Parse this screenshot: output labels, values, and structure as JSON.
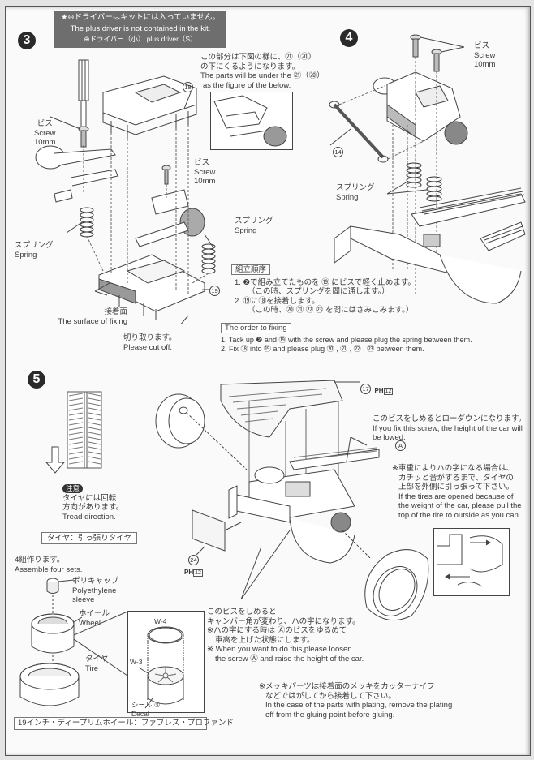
{
  "step3": {
    "number": "3",
    "notice": {
      "line_ja": "★⊕ドライバーはキットには入っていません。",
      "line_en": "The plus driver is not contained in the kit.",
      "line_tool": "⊕ドライバー（小） plus driver（S）"
    },
    "screw_label_1": {
      "ja": "ビス",
      "en": "Screw",
      "size": "10mm"
    },
    "screw_label_2": {
      "ja": "ビス",
      "en": "Screw",
      "size": "10mm"
    },
    "part_18": "18",
    "part_19": "19",
    "spring_left": {
      "ja": "スプリング",
      "en": "Spring"
    },
    "spring_right": {
      "ja": "スプリング",
      "en": "Spring"
    },
    "fixing_surface": {
      "ja": "接着面",
      "en": "The surface of fixing"
    },
    "cut_off": {
      "ja": "切り取ります。",
      "en": "Please cut off."
    },
    "inset_note": {
      "ja_1": "この部分は下図の様に、㉑（⑳）",
      "ja_2": "の下にくるようになります。",
      "en_1": "The parts will be under the ㉑（⑳）",
      "en_2": "as the figure of the below."
    },
    "order_ja": {
      "title": "組立順序",
      "item1": "1. ❷で組み立てたものを ⑲ にビスで軽く止めます。",
      "item1_sub": "（この時、スプリングを間に通します。）",
      "item2": "2. ⑲に⑱を接着します。",
      "item2_sub": "（この時、⑳ ㉑ ㉒ ㉓ を間にはさみこみます。）"
    },
    "order_en": {
      "title": "The order to fixing",
      "item1": "1. Tack up ❷ and ⑲ with the screw and please plug the spring between them.",
      "item2": "2. Fix ⑱ into ⑲ and please plug ⑳ , ㉑ , ㉒ , ㉓  between them."
    }
  },
  "step4": {
    "number": "4",
    "screw_label": {
      "ja": "ビス",
      "en": "Screw",
      "size": "10mm"
    },
    "part_14": "14",
    "spring": {
      "ja": "スプリング",
      "en": "Spring"
    }
  },
  "step5": {
    "number": "5",
    "caution_badge": "注意",
    "tread_note": {
      "ja_1": "タイヤには回転",
      "ja_2": "方向があります。",
      "en": "Tread direction."
    },
    "tire_type_label": "タイヤ：引っ張りタイヤ",
    "assemble": {
      "ja": "4組作ります。",
      "en": "Assemble four sets."
    },
    "polycap": {
      "ja": "ポリキャップ",
      "en_1": "Polyethylene",
      "en_2": "sleeve"
    },
    "wheel": {
      "ja": "ホイール",
      "en": "Wheel"
    },
    "tire": {
      "ja": "タイヤ",
      "en": "Tire"
    },
    "w4": "W-4",
    "w3": "W-3",
    "decal": {
      "ja": "シール",
      "num": "⑤",
      "en": "Decal"
    },
    "wheel_name_label": "19インチ・ディープリムホイール：ファブレス・プロファンド",
    "part_17": "17",
    "part_24": "24",
    "ph_label": "PH",
    "ph_num": "12",
    "marker_a": "A",
    "lowdown_note": {
      "ja": "このビスをしめるとローダウンになります。",
      "en_1": "If you fix this screw, the height of the car will",
      "en_2": "be lowed."
    },
    "tire_open_note": {
      "ja_1": "※車重によりハの字になる場合は、",
      "ja_2": "カチッと音がするまで、タイヤの",
      "ja_3": "上部を外側に引っ張って下さい。",
      "en_1": "If the tires are opened because of",
      "en_2": "the weight of the car, please pull the",
      "en_3": "top of the tire to outside as you can."
    },
    "camber_note": {
      "ja_1": "このビスをしめると",
      "ja_2": "キャンバー角が変わり、ハの字になります。",
      "ja_3": "※ハの字にする時は Ⓐのビスをゆるめて",
      "ja_4": "車高を上げた状態にします。",
      "en_1": "※ When you want to do this,please loosen",
      "en_2": "the screw Ⓐ and raise the height of the car."
    }
  },
  "plating_note": {
    "ja_1": "※メッキパーツは接着面のメッキをカッターナイフ",
    "ja_2": "などではがしてから接着して下さい。",
    "en_1": "In the case of the parts with plating, remove the plating",
    "en_2": "off from the gluing point before gluing."
  }
}
